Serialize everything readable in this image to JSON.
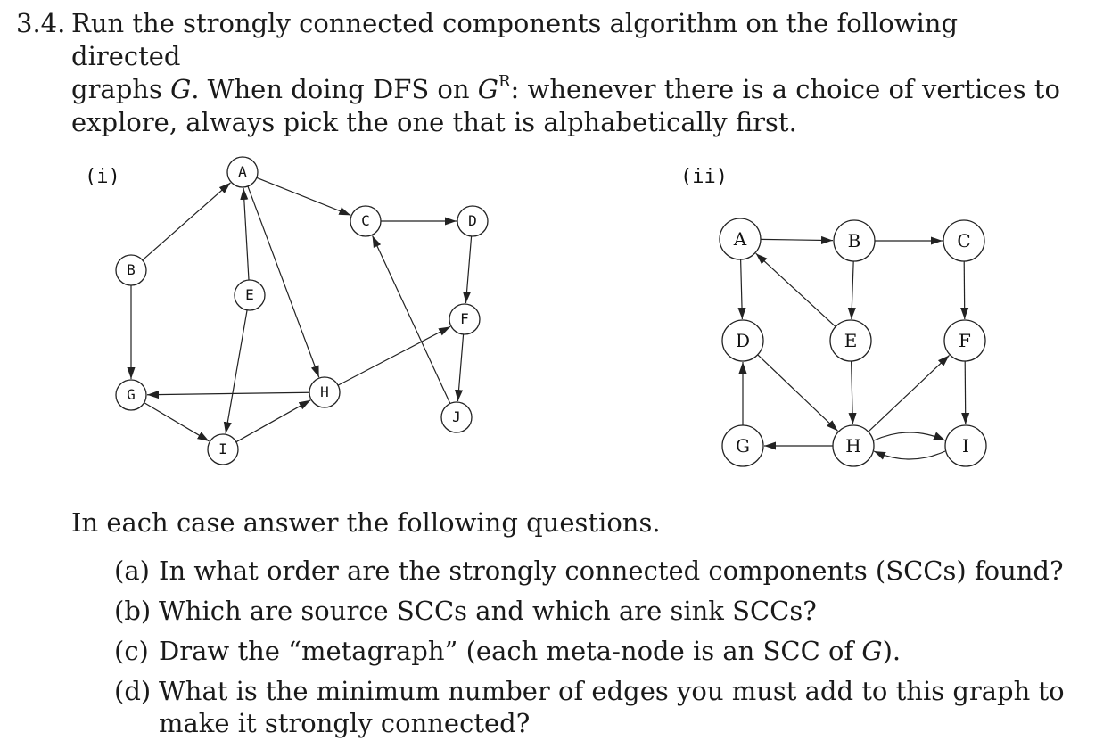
{
  "problem": {
    "number": "3.4.",
    "line1": "Run the strongly connected components algorithm on the following directed",
    "line2_a": "graphs ",
    "line2_G": "G",
    "line2_b": ". When doing DFS on ",
    "line2_GR_base": "G",
    "line2_GR_sup": "R",
    "line2_c": ": whenever there is a choice of vertices to",
    "line3": "explore, always pick the one that is alphabetically first."
  },
  "graph_i": {
    "part_label": "(i)",
    "nodes": [
      "A",
      "B",
      "C",
      "D",
      "E",
      "F",
      "G",
      "H",
      "I",
      "J"
    ],
    "edges": [
      [
        "A",
        "C"
      ],
      [
        "A",
        "H"
      ],
      [
        "B",
        "A"
      ],
      [
        "B",
        "G"
      ],
      [
        "C",
        "D"
      ],
      [
        "D",
        "F"
      ],
      [
        "E",
        "A"
      ],
      [
        "E",
        "I"
      ],
      [
        "F",
        "J"
      ],
      [
        "G",
        "I"
      ],
      [
        "H",
        "F"
      ],
      [
        "H",
        "G"
      ],
      [
        "I",
        "H"
      ],
      [
        "J",
        "C"
      ]
    ]
  },
  "graph_ii": {
    "part_label": "(ii)",
    "nodes": [
      "A",
      "B",
      "C",
      "D",
      "E",
      "F",
      "G",
      "H",
      "I"
    ],
    "edges": [
      [
        "A",
        "B"
      ],
      [
        "A",
        "D"
      ],
      [
        "B",
        "C"
      ],
      [
        "B",
        "E"
      ],
      [
        "C",
        "F"
      ],
      [
        "D",
        "H"
      ],
      [
        "E",
        "A"
      ],
      [
        "E",
        "H"
      ],
      [
        "F",
        "I"
      ],
      [
        "G",
        "D"
      ],
      [
        "H",
        "G"
      ],
      [
        "H",
        "F"
      ],
      [
        "H",
        "I"
      ],
      [
        "I",
        "H"
      ]
    ]
  },
  "intro": "In each case answer the following questions.",
  "questions": [
    {
      "label": "(a)",
      "text": "In what order are the strongly connected components (SCCs) found?"
    },
    {
      "label": "(b)",
      "text": "Which are source SCCs and which are sink SCCs?"
    },
    {
      "label": "(c)",
      "text_a": "Draw the “metagraph” (each meta-node is an SCC of ",
      "text_G": "G",
      "text_b": ")."
    },
    {
      "label": "(d)",
      "text": "What is the minimum number of edges you must add to this graph to make it strongly connected?"
    }
  ]
}
